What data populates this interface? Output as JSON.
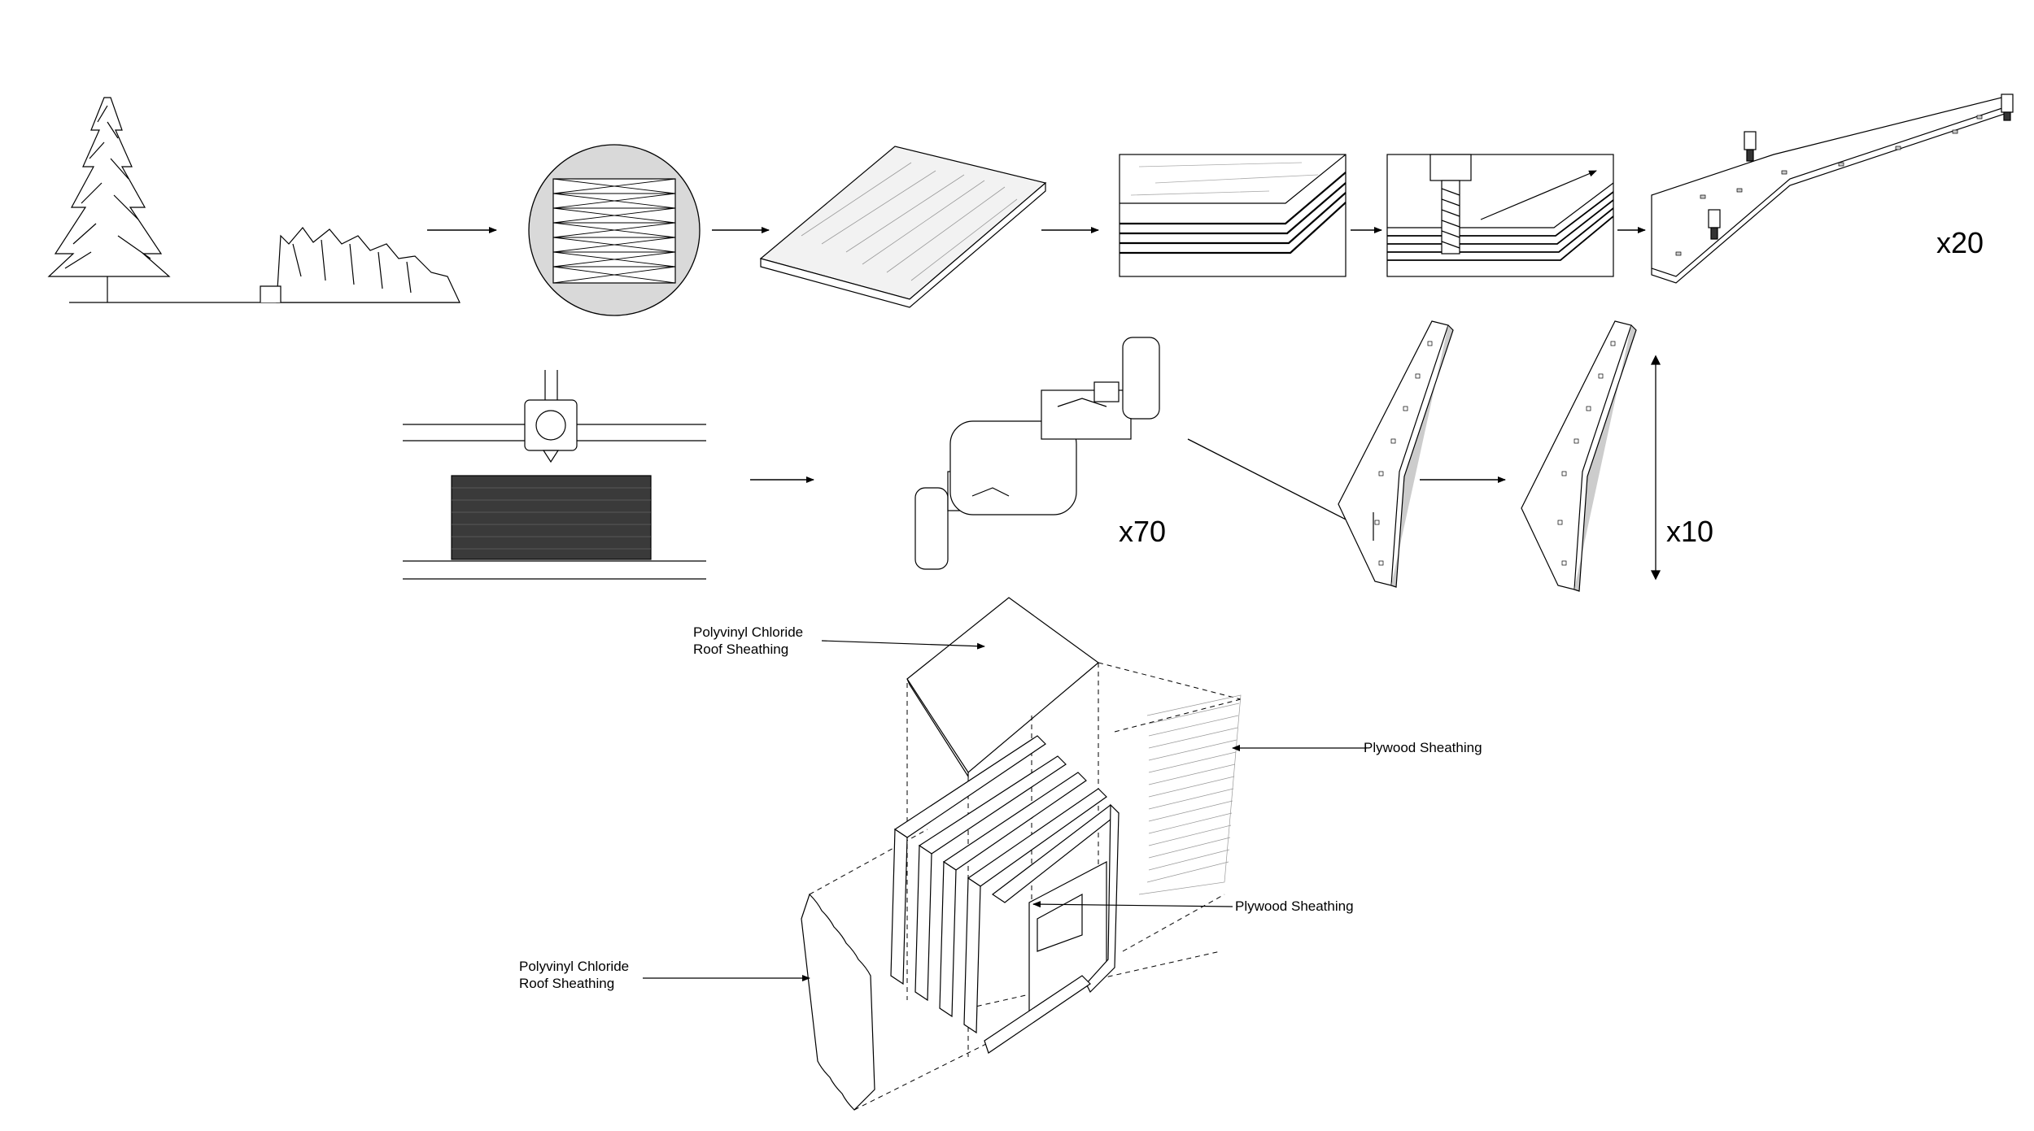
{
  "multipliers": {
    "panel_count": "x20",
    "connector_count": "x70",
    "rib_count": "x10"
  },
  "callouts": {
    "roof_top": {
      "line1": "Polyvinyl Chloride",
      "line2": "Roof Sheathing"
    },
    "plywood_right": "Plywood Sheathing",
    "plywood_mid": "Plywood Sheathing",
    "roof_left": {
      "line1": "Polyvinyl Chloride",
      "line2": "Roof Sheathing"
    }
  },
  "colors": {
    "line": "#000000",
    "fill_gray": "#d9d9d9",
    "print_block": "#3a3a3a"
  }
}
